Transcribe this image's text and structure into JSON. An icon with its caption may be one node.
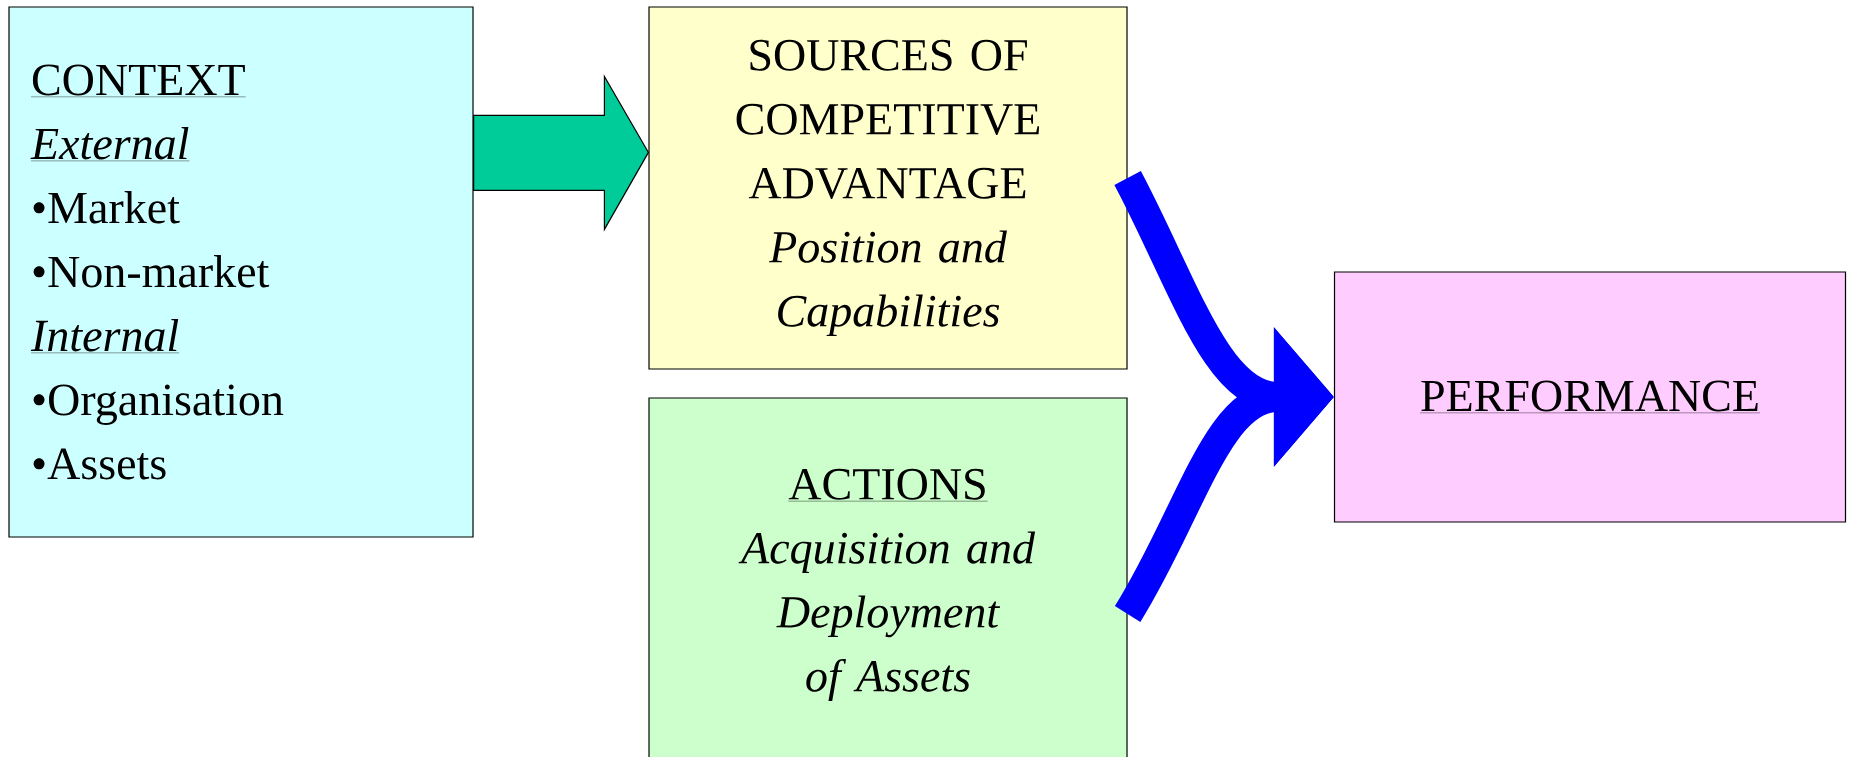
{
  "diagram": {
    "nodes": [
      {
        "text": [
          "CONTEXT",
          "External",
          "•Market",
          "•Non-market",
          "Internal",
          "•Organisation",
          "•Assets"
        ]
      },
      {
        "text": [
          "SOURCES OF COMPETITIVE ADVANTAGE",
          "Position and Capabilities"
        ]
      },
      {
        "text": [
          "ACTIONS",
          "Acquisition and Deployment of Assets"
        ]
      },
      {
        "text": [
          "PERFORMANCE"
        ]
      }
    ],
    "edges": [
      {
        "from": 0,
        "to": 1,
        "arrow": "to",
        "color": "#00cc99"
      },
      {
        "from": 1,
        "to": 3,
        "arrow": "to"
      },
      {
        "from": 2,
        "to": 3,
        "arrow": "to"
      }
    ]
  }
}
